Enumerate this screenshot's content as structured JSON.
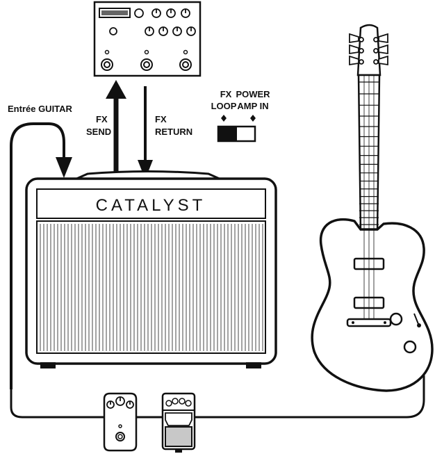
{
  "labels": {
    "guitar_input": "Entrée GUITAR",
    "fx_send_line1": "FX",
    "fx_send_line2": "SEND",
    "fx_return_line1": "FX",
    "fx_return_line2": "RETURN",
    "switch_left_line1": "FX",
    "switch_left_line2": "LOOP",
    "switch_right_line1": "POWER",
    "switch_right_line2": "AMP IN"
  },
  "amp": {
    "brand": "CATALYST"
  },
  "switch": {
    "selected": "FX LOOP"
  },
  "colors": {
    "line": "#111111",
    "background": "#ffffff",
    "pedal_shade": "#c8c8c8"
  }
}
